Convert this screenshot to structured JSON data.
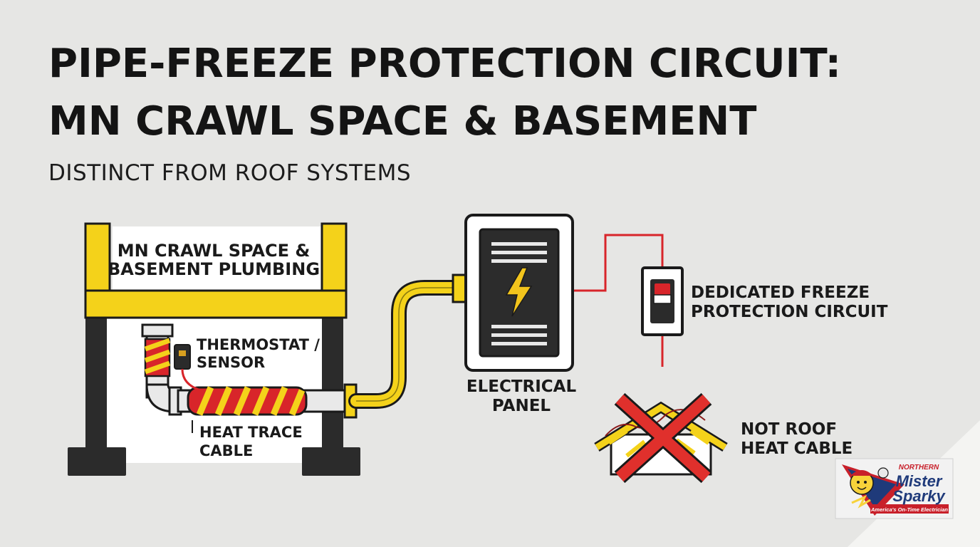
{
  "title": {
    "line1": "PIPE-FREEZE PROTECTION CIRCUIT:",
    "line2": "MN CRAWL SPACE & BASEMENT"
  },
  "subtitle": "DISTINCT FROM ROOF SYSTEMS",
  "labels": {
    "plumbing_line1": "MN CRAWL SPACE &",
    "plumbing_line2": "BASEMENT PLUMBING",
    "thermostat_line1": "THERMOSTAT /",
    "thermostat_line2": "SENSOR",
    "heat_trace_line1": "HEAT TRACE",
    "heat_trace_line2": "CABLE",
    "panel_line1": "ELECTRICAL",
    "panel_line2": "PANEL",
    "circuit_line1": "DEDICATED FREEZE",
    "circuit_line2": "PROTECTION CIRCUIT",
    "roof_line1": "NOT ROOF",
    "roof_line2": "HEAT CABLE"
  },
  "logo": {
    "top": "NORTHERN",
    "name_line1": "Mister",
    "name_line2": "Sparky",
    "tagline": "America's On-Time Electrician"
  },
  "colors": {
    "frame_yellow": "#f4d21a",
    "frame_dark": "#2b2b2b",
    "wire_red": "#d8252a",
    "cross_red": "#e0302c",
    "bolt_yellow": "#f2c41c"
  },
  "icons": {
    "panel_symbol": "lightning-bolt-icon",
    "circuit_device": "switch-icon",
    "roof_mark": "red-x-icon"
  }
}
